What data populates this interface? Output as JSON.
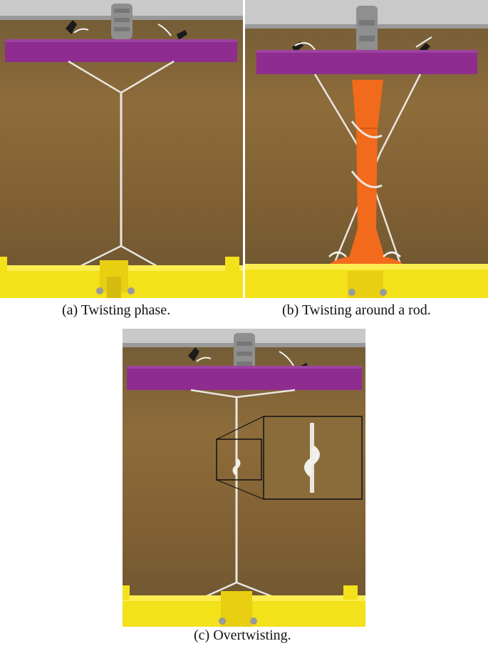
{
  "figure": {
    "panels": [
      {
        "id": "a",
        "caption": "(a)  Twisting phase.",
        "scene": "twisted string between purple top bar and yellow base"
      },
      {
        "id": "b",
        "caption": "(b)  Twisting around a rod.",
        "scene": "string wrapped around orange rod"
      },
      {
        "id": "c",
        "caption": "(c)  Overtwisting.",
        "scene": "overtwisted string with zoom inset"
      }
    ]
  },
  "colors": {
    "background": "#8a6a3a",
    "top_bar": "#8e2c90",
    "base": "#f3e11a",
    "rod": "#f26a1b",
    "string": "#e9e6e0",
    "frame": "#bdbdbd"
  }
}
